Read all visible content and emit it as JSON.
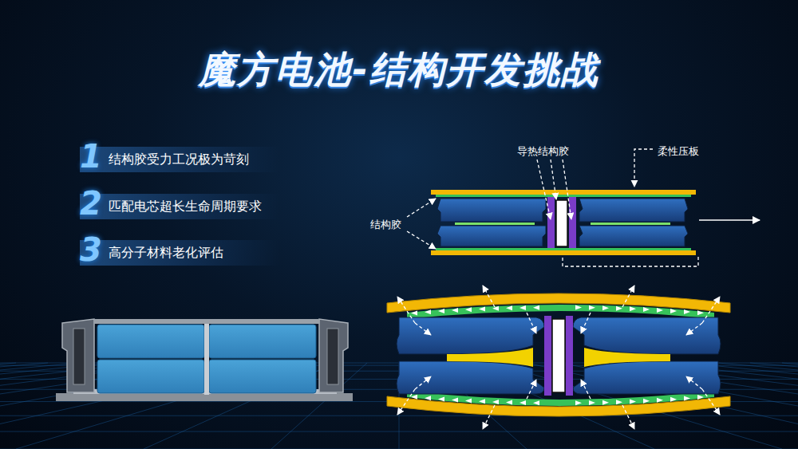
{
  "diagram": {
    "title": "魔方电池-结构开发挑战",
    "nodes": [
      {
        "text": [
          "1",
          "结构胶受力工况极为苛刻"
        ]
      },
      {
        "text": [
          "2",
          "匹配电芯超长生命周期要求"
        ]
      },
      {
        "text": [
          "3",
          "高分子材料老化评估"
        ]
      }
    ],
    "labels": [
      "导热结构胶",
      "柔性压板",
      "结构胶"
    ]
  }
}
